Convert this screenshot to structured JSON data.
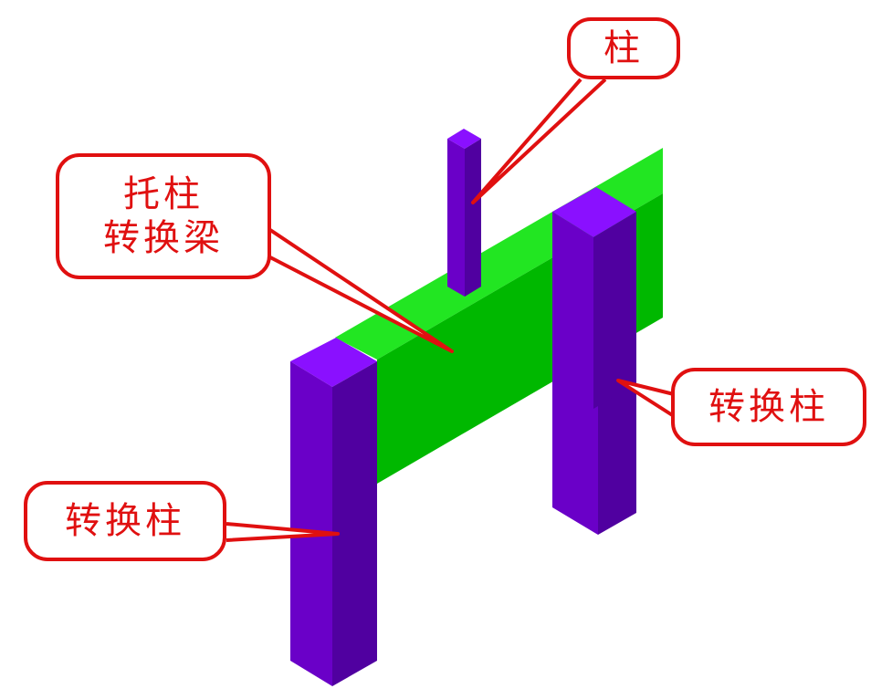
{
  "labels": {
    "column_top": "柱",
    "transfer_beam_line1": "托柱",
    "transfer_beam_line2": "转换梁",
    "transfer_column_right": "转换柱",
    "transfer_column_left": "转换柱"
  },
  "colors": {
    "callout_red": "#e01010",
    "beam_front": "#00b800",
    "beam_top": "#22e622",
    "beam_end": "#00a000",
    "column_front": "#6a00c8",
    "column_side": "#5000a0",
    "column_top": "#8a10ff",
    "background": "#ffffff"
  }
}
